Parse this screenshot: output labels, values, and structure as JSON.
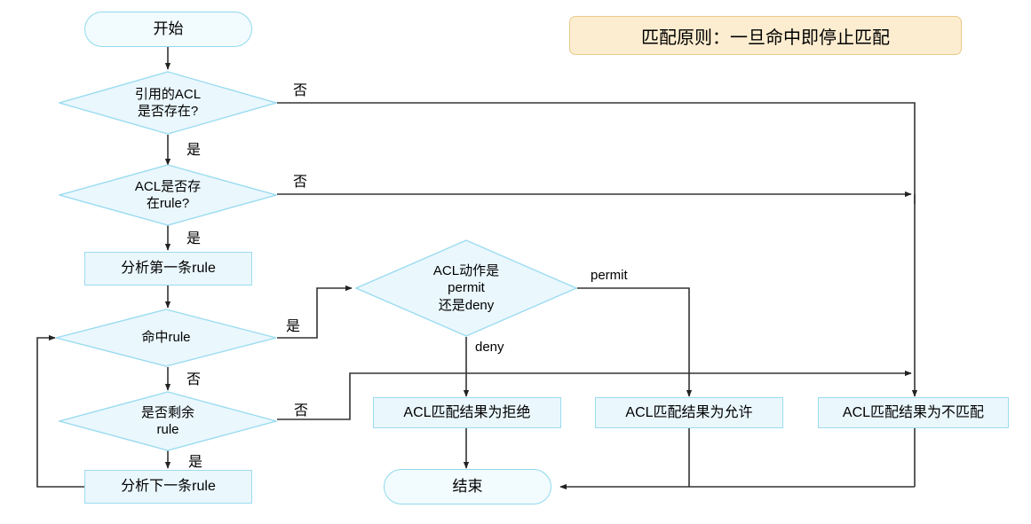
{
  "diagram": {
    "title_note": "匹配原则：一旦命中即停止匹配",
    "colors": {
      "node_fill": "#eaf7fd",
      "node_border": "#9bdcf0",
      "terminator_fill": "#f2fbfe",
      "terminator_border": "#8fd9ed",
      "note_fill": "#fdedd0",
      "note_border": "#e9c989",
      "edge_stroke": "#333333",
      "text": "#000000"
    }
  },
  "nodes": {
    "start": "开始",
    "d_acl_exists": "引用的ACL\n是否存在?",
    "d_rule_exists": "ACL是否存\n在rule?",
    "p_first_rule": "分析第一条rule",
    "d_hit_rule": "命中rule",
    "d_remaining_rule": "是否剩余\nrule",
    "p_next_rule": "分析下一条rule",
    "d_action": "ACL动作是\npermit\n还是deny",
    "r_deny": "ACL匹配结果为拒绝",
    "r_permit": "ACL匹配结果为允许",
    "r_nomatch": "ACL匹配结果为不匹配",
    "end": "结束"
  },
  "edge_labels": {
    "acl_exists_no": "否",
    "acl_exists_yes": "是",
    "rule_exists_no": "否",
    "rule_exists_yes": "是",
    "hit_rule_yes": "是",
    "hit_rule_no": "否",
    "remaining_no": "否",
    "remaining_yes": "是",
    "action_permit": "permit",
    "action_deny": "deny"
  }
}
